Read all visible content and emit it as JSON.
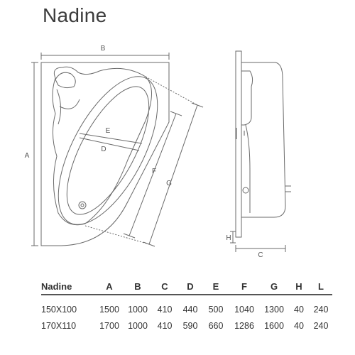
{
  "title": "Nadine",
  "dimension_labels": {
    "A": "A",
    "B": "B",
    "C": "C",
    "D": "D",
    "E": "E",
    "F": "F",
    "G": "G",
    "H": "H",
    "I": "I"
  },
  "table": {
    "headers": [
      "Nadine",
      "A",
      "B",
      "C",
      "D",
      "E",
      "F",
      "G",
      "H",
      "L"
    ],
    "rows": [
      [
        "150X100",
        "1500",
        "1000",
        "410",
        "440",
        "500",
        "1040",
        "1300",
        "40",
        "240"
      ],
      [
        "170X110",
        "1700",
        "1000",
        "410",
        "590",
        "660",
        "1286",
        "1600",
        "40",
        "240"
      ]
    ]
  }
}
